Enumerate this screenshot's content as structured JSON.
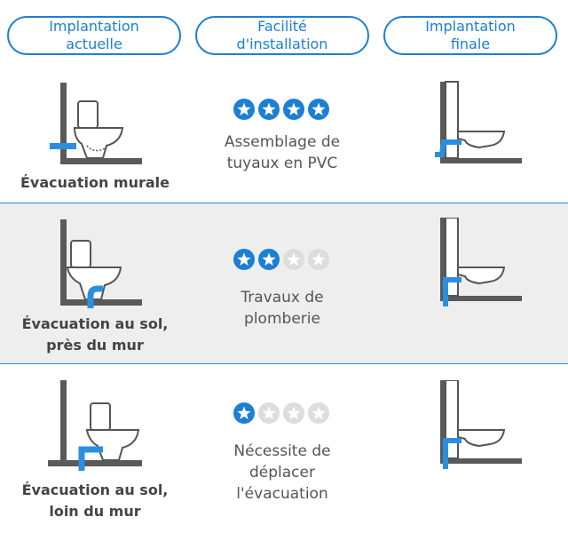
{
  "headers": {
    "current": [
      "Implantation",
      "actuelle"
    ],
    "ease": [
      "Facilité",
      "d'installation"
    ],
    "final": [
      "Implantation",
      "finale"
    ]
  },
  "rows": [
    {
      "label": [
        "Évacuation murale"
      ],
      "stars": 4,
      "max_stars": 4,
      "description": [
        "Assemblage de",
        "tuyaux en PVC"
      ]
    },
    {
      "label": [
        "Évacuation au sol,",
        "près du mur"
      ],
      "stars": 2,
      "max_stars": 4,
      "description": [
        "Travaux de",
        "plomberie"
      ]
    },
    {
      "label": [
        "Évacuation au sol,",
        "loin du mur"
      ],
      "stars": 1,
      "max_stars": 4,
      "description": [
        "Nécessite de",
        "déplacer",
        "l'évacuation"
      ]
    }
  ],
  "colors": {
    "accent": "#1b7fd4",
    "pipe": "#2b8fe0",
    "wall": "#5a5a5a",
    "star_empty": "#dddddd",
    "row_alt": "#eeeeee"
  },
  "icons": [
    "floor-standing-toilet-icon",
    "wall-hung-toilet-icon",
    "star-icon"
  ]
}
